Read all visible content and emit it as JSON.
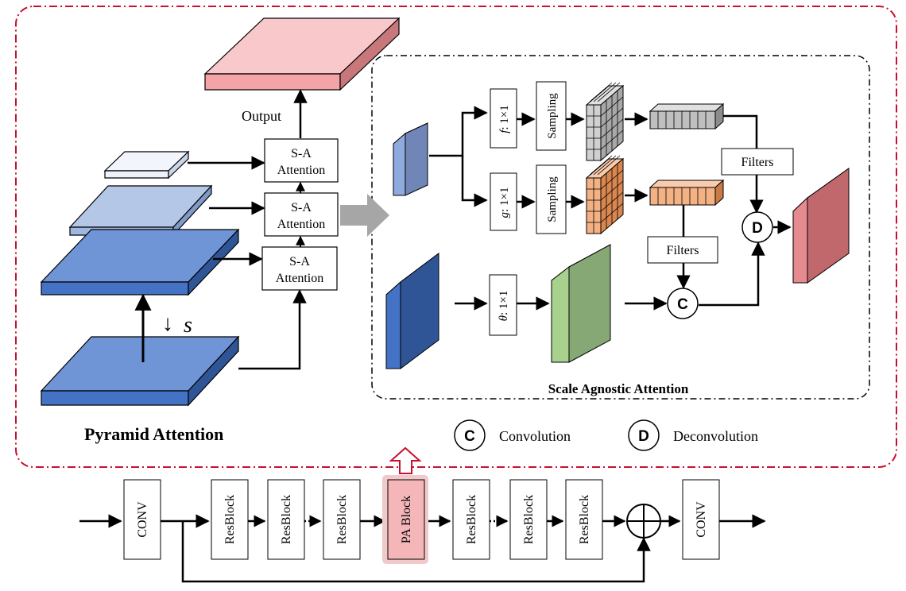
{
  "pyramid": {
    "title": "Pyramid Attention",
    "output_label": "Output",
    "attention_boxes": [
      {
        "line1": "S-A",
        "line2": "Attention"
      },
      {
        "line1": "S-A",
        "line2": "Attention"
      },
      {
        "line1": "S-A",
        "line2": "Attention"
      }
    ],
    "downscale_arrow": "↓",
    "downscale_symbol": "s"
  },
  "scale_agnostic": {
    "title": "Scale Agnostic Attention",
    "conv_f": {
      "name": "f",
      "rest": ": 1×1"
    },
    "conv_g": {
      "name": "g",
      "rest": ": 1×1"
    },
    "conv_theta": {
      "name": "θ",
      "rest": ": 1×1"
    },
    "sampling_top": "Sampling",
    "sampling_bottom": "Sampling",
    "filters_top": "Filters",
    "filters_bottom": "Filters",
    "op_conv": "C",
    "op_deconv": "D"
  },
  "legend": {
    "conv_symbol": "C",
    "conv_label": "Convolution",
    "deconv_symbol": "D",
    "deconv_label": "Deconvolution"
  },
  "network": {
    "blocks": [
      "CONV",
      "ResBlock",
      "ResBlock",
      "ResBlock",
      "PA Block",
      "ResBlock",
      "ResBlock",
      "ResBlock",
      "CONV"
    ]
  },
  "colors": {
    "frame_red": "#c8102e",
    "output_face": "#f4a3a6",
    "blue_dark": "#4472c4",
    "blue_mid": "#8faadc",
    "blue_light": "#dae3f3",
    "green_face": "#a9d18e",
    "orange_face": "#f4b183",
    "gray_face": "#bfbfbf",
    "pa_block_fill": "#f1c9cb"
  }
}
